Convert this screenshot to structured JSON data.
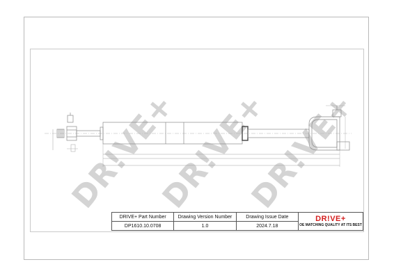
{
  "watermark": {
    "text": "DR!VE+"
  },
  "title_block": {
    "headers": [
      "DRIVE+ Part Number",
      "Drawing Version Number",
      "Drawing Issue Date"
    ],
    "values": [
      "DP1610.10.0708",
      "1.0",
      "2024.7.18"
    ]
  },
  "brand": {
    "logo_text": "DR!VE+",
    "tagline": "OE MATCHING QUALITY AT ITS BEST",
    "accent_color": "#d41f1f"
  }
}
